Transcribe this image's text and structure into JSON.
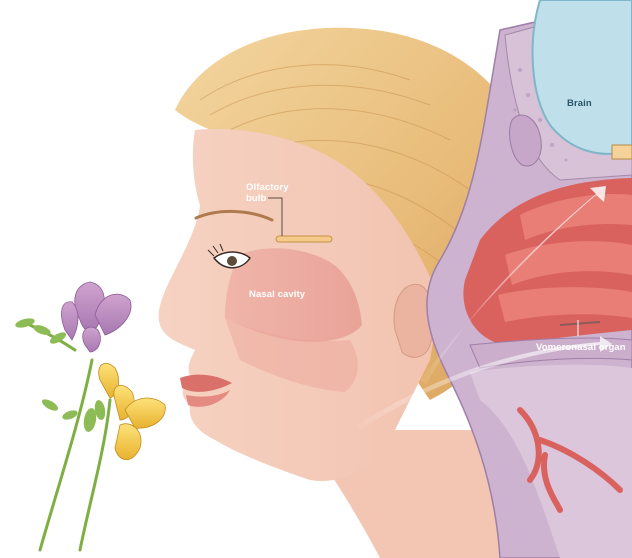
{
  "labels": {
    "olfactory_line1": "Olfactory",
    "olfactory_line2": "bulb",
    "brain": "Brain",
    "nasal_cavity": "Nasal cavity",
    "vomeronasal": "Vomeronasal organ"
  }
}
